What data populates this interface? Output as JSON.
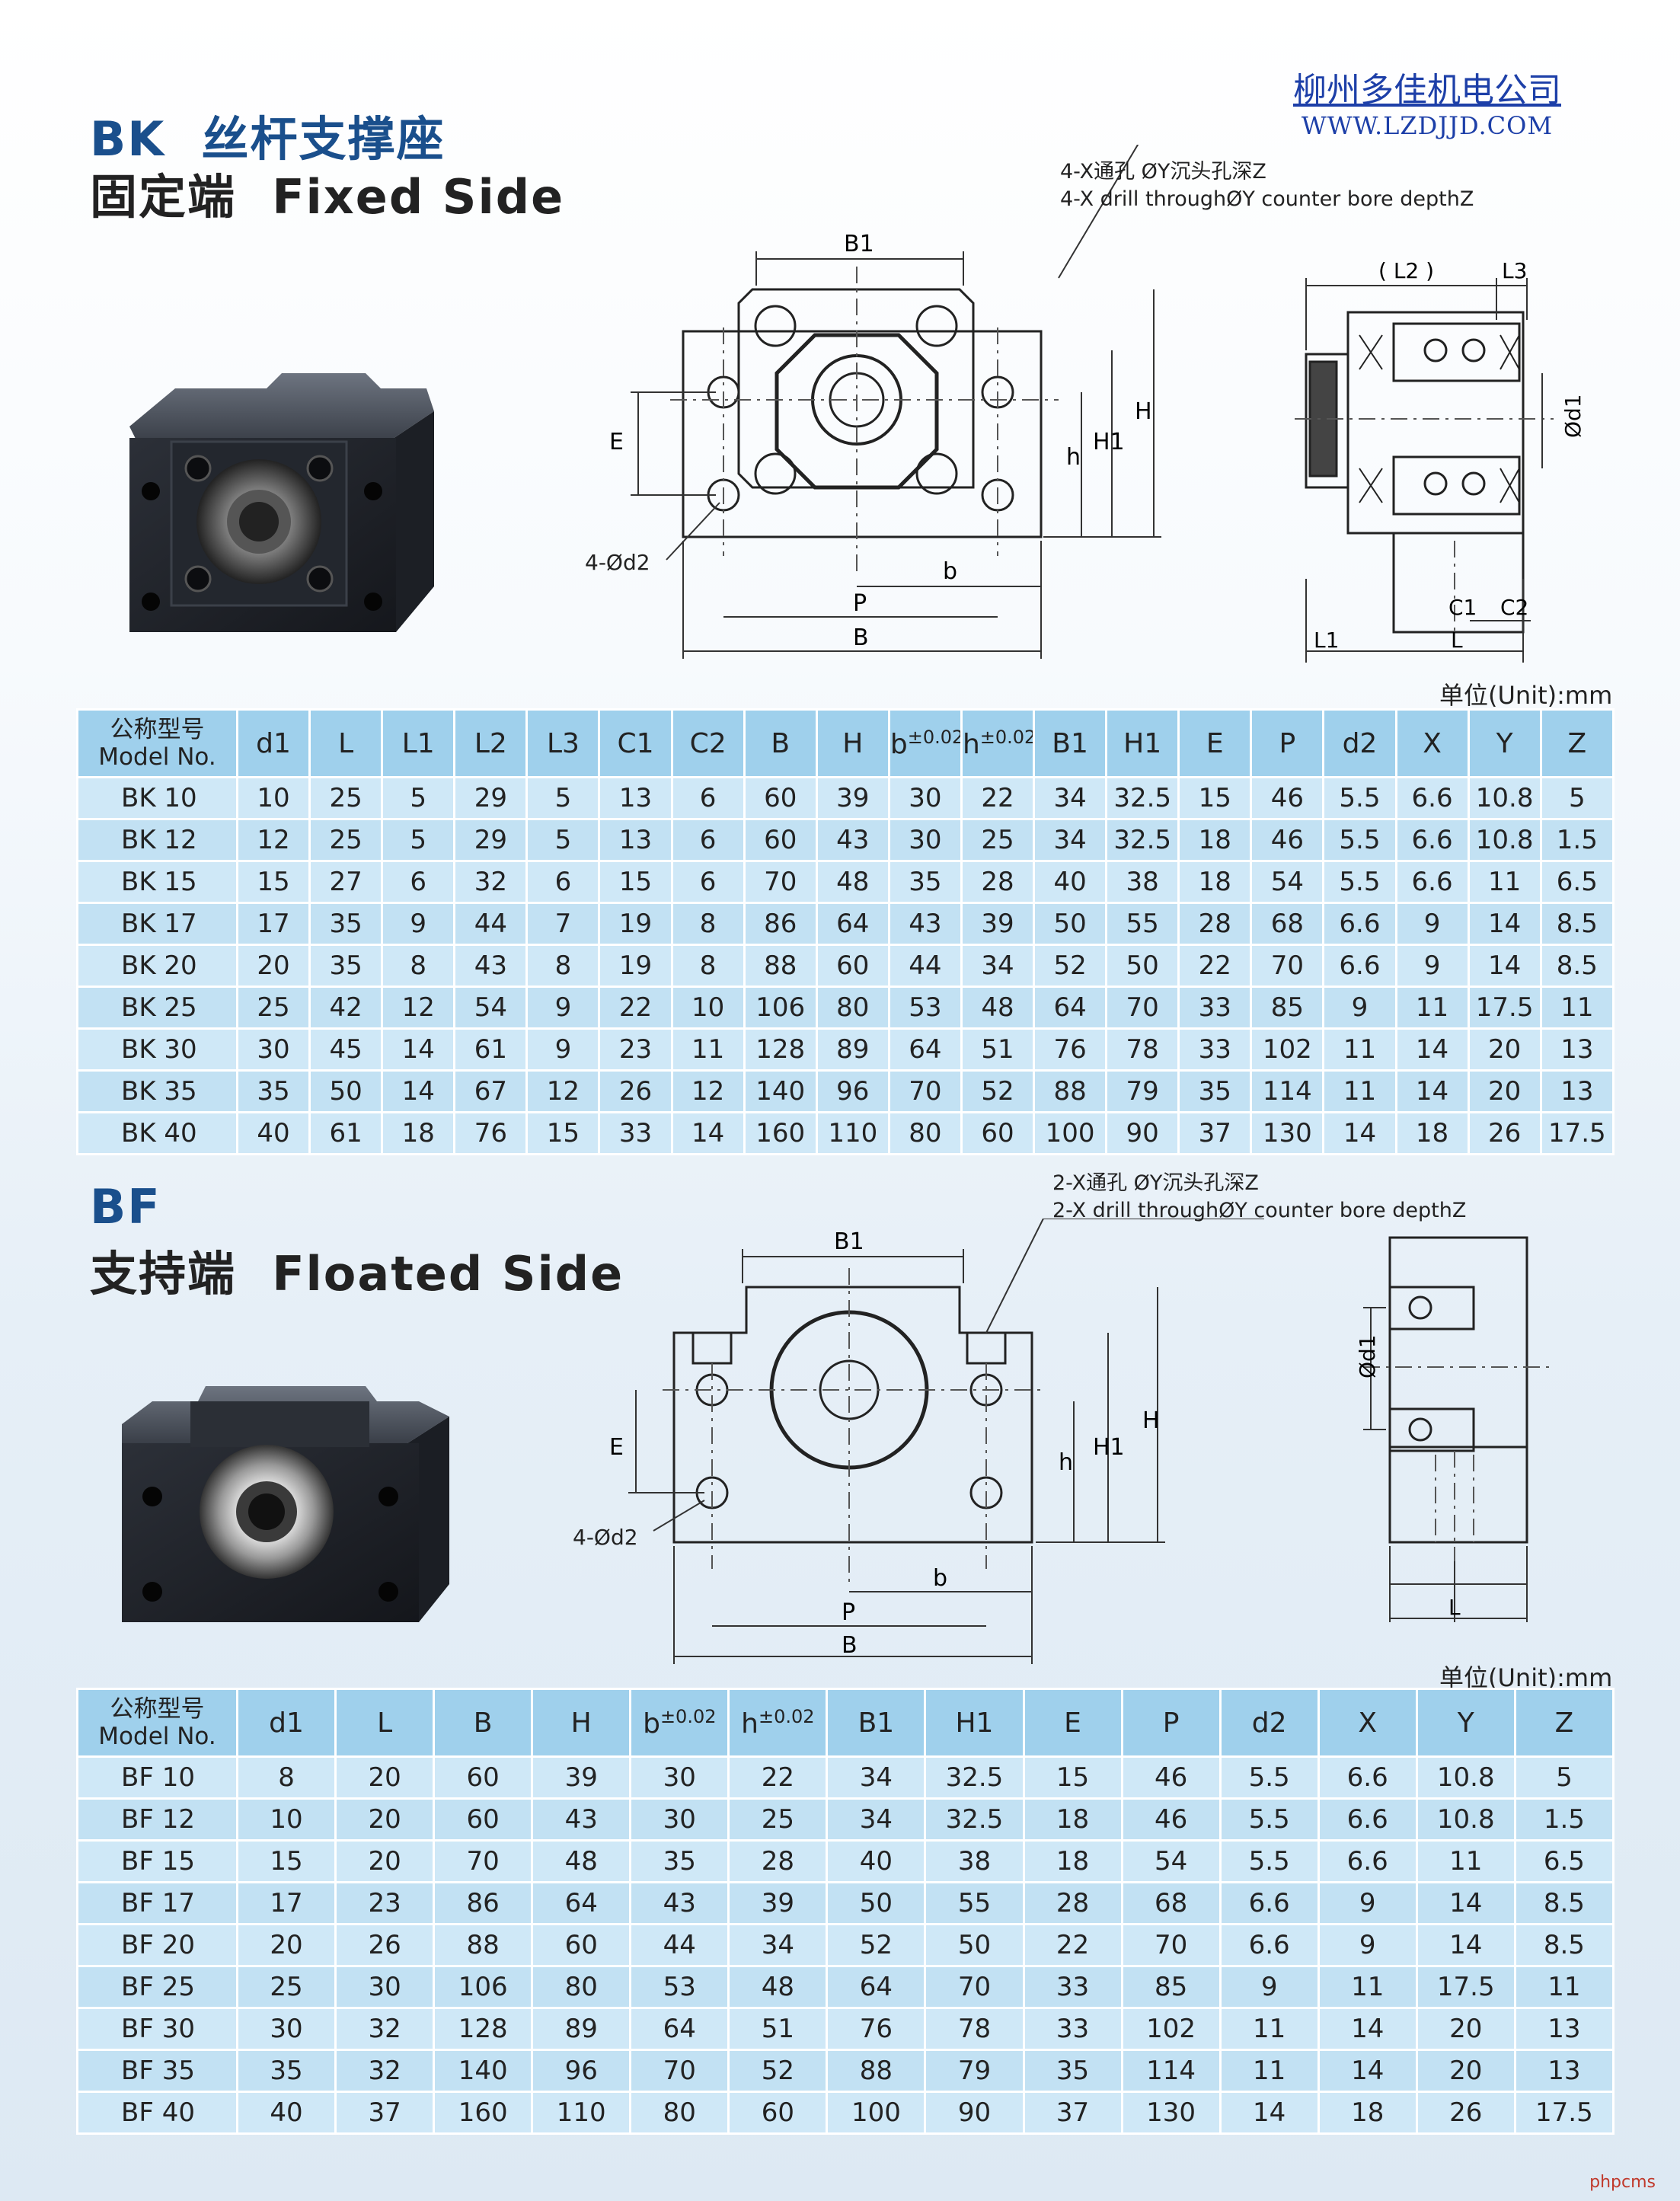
{
  "company": {
    "name": "柳州多佳机电公司",
    "url": "WWW.LZDJJD.COM"
  },
  "bk": {
    "title_code": "BK",
    "title_cn": "丝杆支撑座",
    "subtitle_cn": "固定端",
    "subtitle_en": "Fixed Side",
    "callout_cn": "4-X通孔 ØY沉头孔深Z",
    "callout_en": "4-X drill throughØY counter bore depthZ",
    "hole_label": "4-Ød2",
    "dims": {
      "B1": "B1",
      "E": "E",
      "h": "h",
      "H1": "H1",
      "H": "H",
      "b": "b",
      "P": "P",
      "B": "B",
      "L2": "( L2 )",
      "L3": "L3",
      "d1": "Ød1",
      "C1": "C1",
      "C2": "C2",
      "L1": "L1",
      "L": "L"
    },
    "unit": "单位(Unit):mm",
    "table": {
      "model_header_cn": "公称型号",
      "model_header_en": "Model No.",
      "tolerance": "±0.02",
      "headers": [
        "d1",
        "L",
        "L1",
        "L2",
        "L3",
        "C1",
        "C2",
        "B",
        "H",
        "b",
        "h",
        "B1",
        "H1",
        "E",
        "P",
        "d2",
        "X",
        "Y",
        "Z"
      ],
      "rows": [
        [
          "BK 10",
          "10",
          "25",
          "5",
          "29",
          "5",
          "13",
          "6",
          "60",
          "39",
          "30",
          "22",
          "34",
          "32.5",
          "15",
          "46",
          "5.5",
          "6.6",
          "10.8",
          "5"
        ],
        [
          "BK 12",
          "12",
          "25",
          "5",
          "29",
          "5",
          "13",
          "6",
          "60",
          "43",
          "30",
          "25",
          "34",
          "32.5",
          "18",
          "46",
          "5.5",
          "6.6",
          "10.8",
          "1.5"
        ],
        [
          "BK 15",
          "15",
          "27",
          "6",
          "32",
          "6",
          "15",
          "6",
          "70",
          "48",
          "35",
          "28",
          "40",
          "38",
          "18",
          "54",
          "5.5",
          "6.6",
          "11",
          "6.5"
        ],
        [
          "BK 17",
          "17",
          "35",
          "9",
          "44",
          "7",
          "19",
          "8",
          "86",
          "64",
          "43",
          "39",
          "50",
          "55",
          "28",
          "68",
          "6.6",
          "9",
          "14",
          "8.5"
        ],
        [
          "BK 20",
          "20",
          "35",
          "8",
          "43",
          "8",
          "19",
          "8",
          "88",
          "60",
          "44",
          "34",
          "52",
          "50",
          "22",
          "70",
          "6.6",
          "9",
          "14",
          "8.5"
        ],
        [
          "BK 25",
          "25",
          "42",
          "12",
          "54",
          "9",
          "22",
          "10",
          "106",
          "80",
          "53",
          "48",
          "64",
          "70",
          "33",
          "85",
          "9",
          "11",
          "17.5",
          "11"
        ],
        [
          "BK 30",
          "30",
          "45",
          "14",
          "61",
          "9",
          "23",
          "11",
          "128",
          "89",
          "64",
          "51",
          "76",
          "78",
          "33",
          "102",
          "11",
          "14",
          "20",
          "13"
        ],
        [
          "BK 35",
          "35",
          "50",
          "14",
          "67",
          "12",
          "26",
          "12",
          "140",
          "96",
          "70",
          "52",
          "88",
          "79",
          "35",
          "114",
          "11",
          "14",
          "20",
          "13"
        ],
        [
          "BK 40",
          "40",
          "61",
          "18",
          "76",
          "15",
          "33",
          "14",
          "160",
          "110",
          "80",
          "60",
          "100",
          "90",
          "37",
          "130",
          "14",
          "18",
          "26",
          "17.5"
        ]
      ]
    }
  },
  "bf": {
    "title_code": "BF",
    "subtitle_cn": "支持端",
    "subtitle_en": "Floated Side",
    "callout_cn": "2-X通孔 ØY沉头孔深Z",
    "callout_en": "2-X drill throughØY counter bore depthZ",
    "hole_label": "4-Ød2",
    "dims": {
      "B1": "B1",
      "E": "E",
      "h": "h",
      "H1": "H1",
      "H": "H",
      "b": "b",
      "P": "P",
      "B": "B",
      "d1": "Ød1",
      "L": "L"
    },
    "unit": "单位(Unit):mm",
    "table": {
      "model_header_cn": "公称型号",
      "model_header_en": "Model No.",
      "tolerance": "±0.02",
      "headers": [
        "d1",
        "L",
        "B",
        "H",
        "b",
        "h",
        "B1",
        "H1",
        "E",
        "P",
        "d2",
        "X",
        "Y",
        "Z"
      ],
      "rows": [
        [
          "BF 10",
          "8",
          "20",
          "60",
          "39",
          "30",
          "22",
          "34",
          "32.5",
          "15",
          "46",
          "5.5",
          "6.6",
          "10.8",
          "5"
        ],
        [
          "BF 12",
          "10",
          "20",
          "60",
          "43",
          "30",
          "25",
          "34",
          "32.5",
          "18",
          "46",
          "5.5",
          "6.6",
          "10.8",
          "1.5"
        ],
        [
          "BF 15",
          "15",
          "20",
          "70",
          "48",
          "35",
          "28",
          "40",
          "38",
          "18",
          "54",
          "5.5",
          "6.6",
          "11",
          "6.5"
        ],
        [
          "BF 17",
          "17",
          "23",
          "86",
          "64",
          "43",
          "39",
          "50",
          "55",
          "28",
          "68",
          "6.6",
          "9",
          "14",
          "8.5"
        ],
        [
          "BF 20",
          "20",
          "26",
          "88",
          "60",
          "44",
          "34",
          "52",
          "50",
          "22",
          "70",
          "6.6",
          "9",
          "14",
          "8.5"
        ],
        [
          "BF 25",
          "25",
          "30",
          "106",
          "80",
          "53",
          "48",
          "64",
          "70",
          "33",
          "85",
          "9",
          "11",
          "17.5",
          "11"
        ],
        [
          "BF 30",
          "30",
          "32",
          "128",
          "89",
          "64",
          "51",
          "76",
          "78",
          "33",
          "102",
          "11",
          "14",
          "20",
          "13"
        ],
        [
          "BF 35",
          "35",
          "32",
          "140",
          "96",
          "70",
          "52",
          "88",
          "79",
          "35",
          "114",
          "11",
          "14",
          "20",
          "13"
        ],
        [
          "BF 40",
          "40",
          "37",
          "160",
          "110",
          "80",
          "60",
          "100",
          "90",
          "37",
          "130",
          "14",
          "18",
          "26",
          "17.5"
        ]
      ]
    }
  },
  "footer_mark": "phpcms"
}
